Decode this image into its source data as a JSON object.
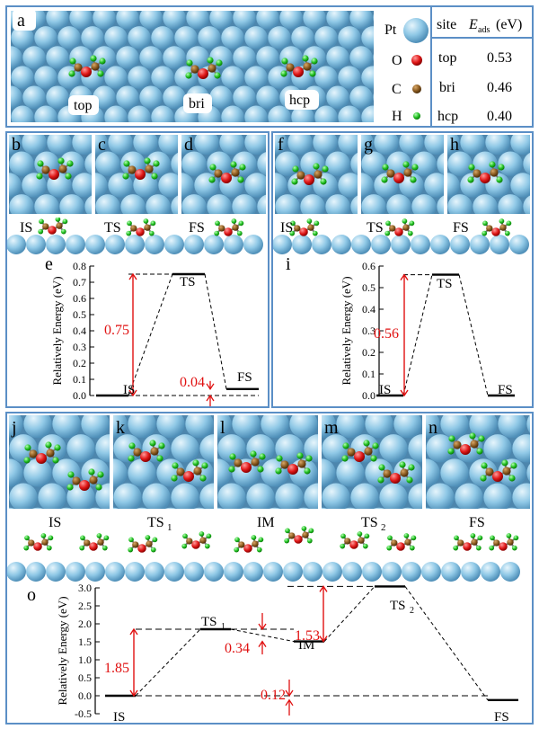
{
  "legend": {
    "pt": "Pt",
    "o": "O",
    "c": "C",
    "h": "H"
  },
  "colors": {
    "pt": "#8fc8e6",
    "pt_dark": "#5e9cc2",
    "o": "#e01818",
    "c": "#8a5a20",
    "h": "#22c022",
    "border": "#5b8fc6",
    "arrow": "#e01010"
  },
  "table": {
    "header_site": "site",
    "header_e": "E",
    "header_e_sub": "ads",
    "header_unit": "(eV)",
    "rows": [
      {
        "site": "top",
        "value": "0.53"
      },
      {
        "site": "bri",
        "value": "0.46"
      },
      {
        "site": "hcp",
        "value": "0.40"
      }
    ]
  },
  "panel_letters": {
    "a": "a",
    "b": "b",
    "c": "c",
    "d": "d",
    "e": "e",
    "f": "f",
    "g": "g",
    "h": "h",
    "i": "i",
    "j": "j",
    "k": "k",
    "l": "l",
    "m": "m",
    "n": "n",
    "o": "o"
  },
  "site_labels": {
    "top": "top",
    "bri": "bri",
    "hcp": "hcp"
  },
  "state_labels_bcd": {
    "is": "IS",
    "ts": "TS",
    "fs": "FS"
  },
  "state_labels_fgh": {
    "is": "IS",
    "ts": "TS",
    "fs": "FS"
  },
  "state_labels_jkn": {
    "j": "IS",
    "k": "TS",
    "k_sub": "1",
    "l": "IM",
    "m": "TS",
    "m_sub": "2",
    "n": "FS"
  },
  "chart_e": {
    "ylabel": "Relatively Energy (eV)",
    "yticks": [
      "0.0",
      "0.1",
      "0.2",
      "0.3",
      "0.4",
      "0.5",
      "0.6",
      "0.7",
      "0.8"
    ],
    "levels": {
      "IS": "IS",
      "TS": "TS",
      "FS": "FS"
    },
    "barrier": "0.75",
    "reaction": "0.04"
  },
  "chart_i": {
    "ylabel": "Relatively Energy (eV)",
    "yticks": [
      "0.0",
      "0.1",
      "0.2",
      "0.3",
      "0.4",
      "0.5",
      "0.6"
    ],
    "levels": {
      "IS": "IS",
      "TS": "TS",
      "FS": "FS"
    },
    "barrier": "0.56"
  },
  "chart_o": {
    "ylabel": "Relatively Energy (eV)",
    "yticks": [
      "-0.5",
      "0.0",
      "0.5",
      "1.0",
      "1.5",
      "2.0",
      "2.5",
      "3.0"
    ],
    "levels": {
      "IS": "IS",
      "TS1": "TS",
      "TS1_sub": "1",
      "IM": "IM",
      "TS2": "TS",
      "TS2_sub": "2",
      "FS": "FS"
    },
    "barrier1": "1.85",
    "step1": "0.34",
    "barrier2": "1.53",
    "overall": "0.12"
  },
  "chart_data": [
    {
      "type": "line",
      "title": "",
      "ylabel": "Relatively Energy (eV)",
      "ylim": [
        0,
        0.8
      ],
      "series": [
        {
          "values": [
            {
              "x": "IS",
              "y": 0.0
            },
            {
              "x": "TS",
              "y": 0.75
            },
            {
              "x": "FS",
              "y": 0.04
            }
          ]
        }
      ]
    },
    {
      "type": "line",
      "title": "",
      "ylabel": "Relatively Energy (eV)",
      "ylim": [
        0,
        0.6
      ],
      "series": [
        {
          "values": [
            {
              "x": "IS",
              "y": 0.0
            },
            {
              "x": "TS",
              "y": 0.56
            },
            {
              "x": "FS",
              "y": 0.0
            }
          ]
        }
      ]
    },
    {
      "type": "line",
      "title": "",
      "ylabel": "Relatively Energy (eV)",
      "ylim": [
        -0.5,
        3.0
      ],
      "series": [
        {
          "values": [
            {
              "x": "IS",
              "y": 0.0
            },
            {
              "x": "TS1",
              "y": 1.85
            },
            {
              "x": "IM",
              "y": 1.51
            },
            {
              "x": "TS2",
              "y": 3.04
            },
            {
              "x": "FS",
              "y": -0.12
            }
          ]
        }
      ]
    }
  ]
}
